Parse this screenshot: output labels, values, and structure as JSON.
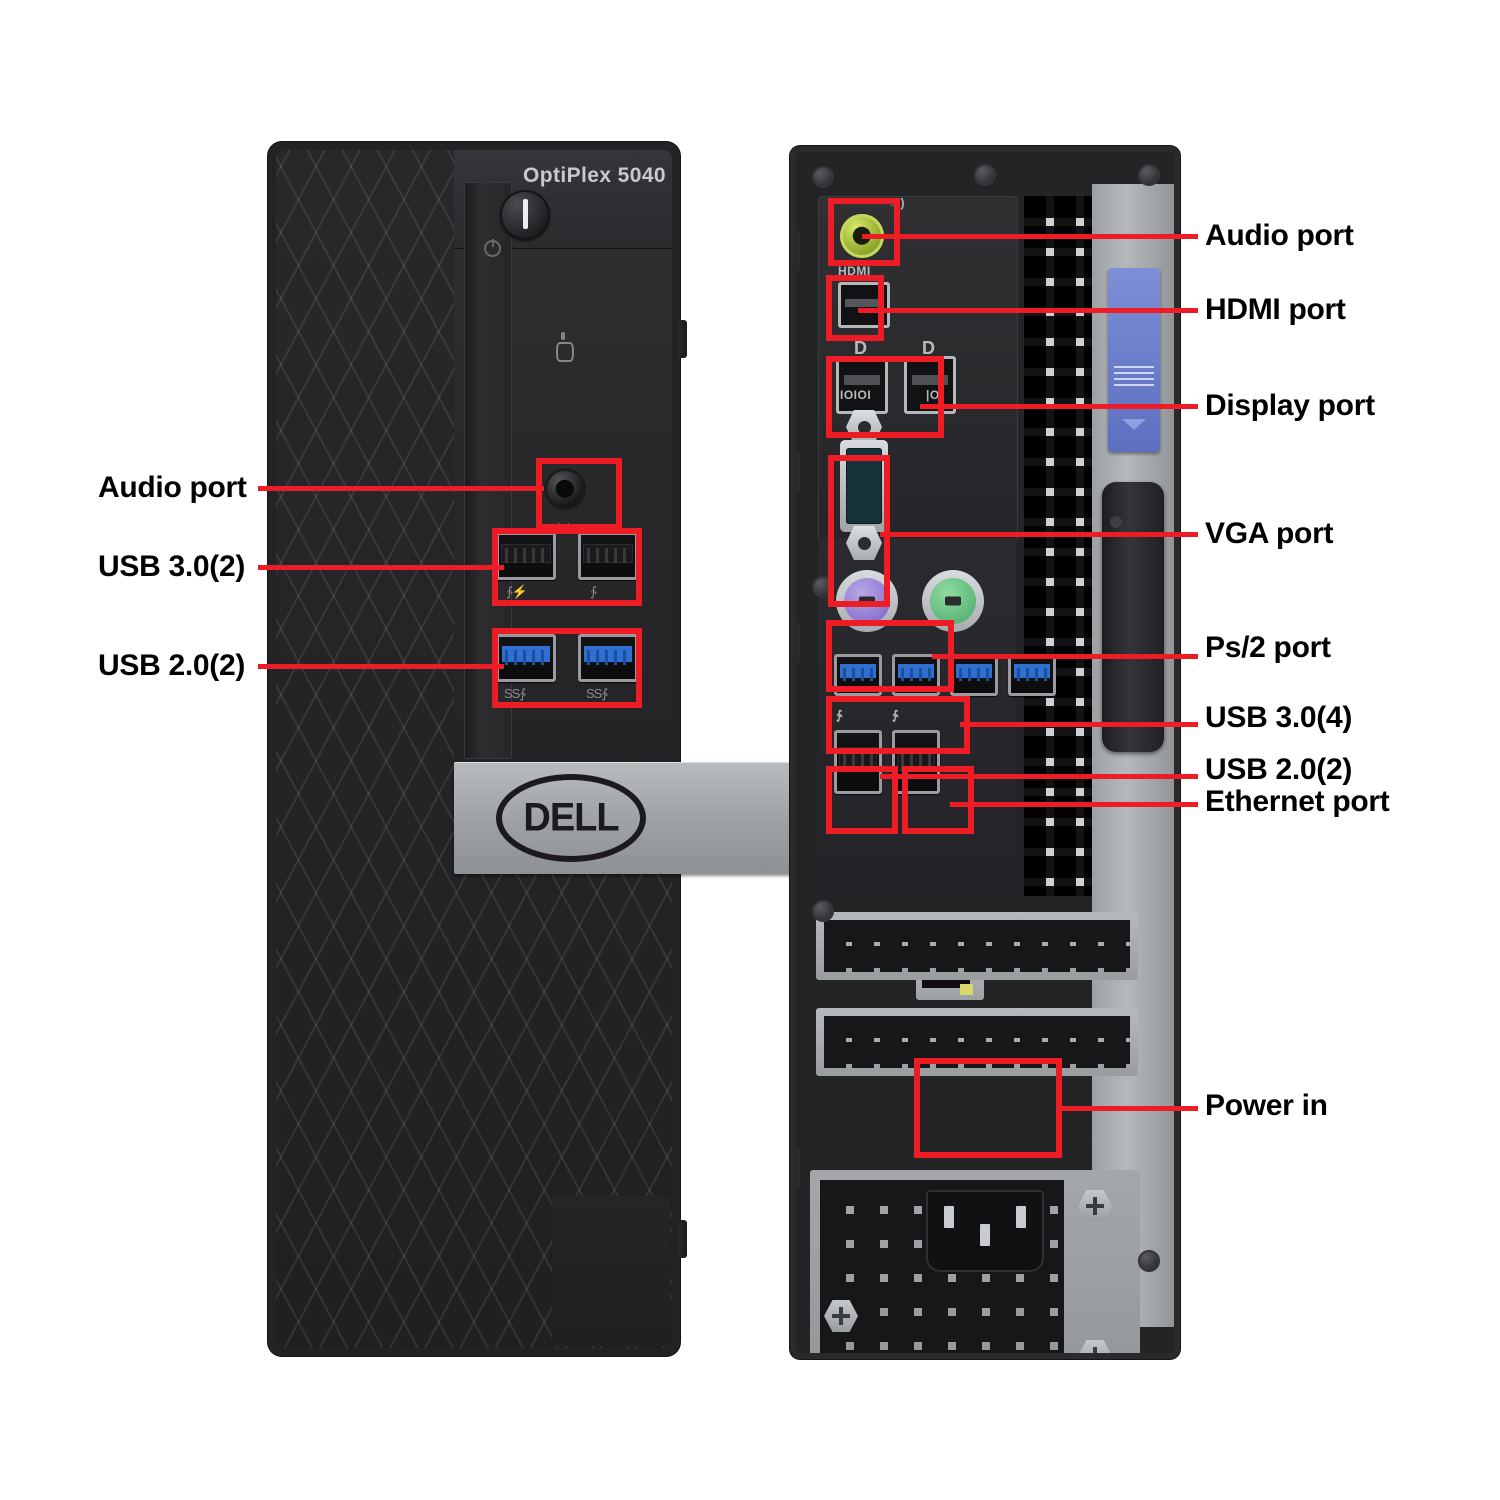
{
  "product": {
    "brand": "DELL",
    "model_name": "OptiPlex 5040"
  },
  "front": {
    "silk": {
      "usb_left_icon": "usb-charge-icon",
      "usb_right_icon": "usb-icon",
      "usb3_left_icon": "ss-usb-icon",
      "usb3_right_icon": "ss-usb-icon"
    },
    "labels": [
      {
        "id": "audio",
        "text": "Audio port"
      },
      {
        "id": "usb30",
        "text": "USB 3.0(2)"
      },
      {
        "id": "usb20",
        "text": "USB 2.0(2)"
      }
    ]
  },
  "rear": {
    "silk": {
      "hdmi": "HDMI",
      "dp_left": "D",
      "dp_right": "D",
      "serial": "IOIOI",
      "vga": "|O|"
    },
    "labels": [
      {
        "id": "audio",
        "text": "Audio port"
      },
      {
        "id": "hdmi",
        "text": "HDMI port"
      },
      {
        "id": "display",
        "text": "Display port"
      },
      {
        "id": "vga",
        "text": "VGA port"
      },
      {
        "id": "ps2",
        "text": "Ps/2 port"
      },
      {
        "id": "usb30",
        "text": "USB 3.0(4)"
      },
      {
        "id": "usb20",
        "text": "USB 2.0(2)"
      },
      {
        "id": "ethernet",
        "text": "Ethernet port"
      },
      {
        "id": "power",
        "text": "Power in"
      }
    ]
  },
  "colors": {
    "highlight": "#ee1c25",
    "audio_jack_green": "#a8c236",
    "ps2_keyboard_purple": "#8b6fd0",
    "ps2_mouse_green": "#52b16f",
    "usb3_blue": "#2f6fd0",
    "latch_blue": "#6b7ecb",
    "chassis_black": "#232325",
    "chassis_silver": "#a4a7a9"
  }
}
